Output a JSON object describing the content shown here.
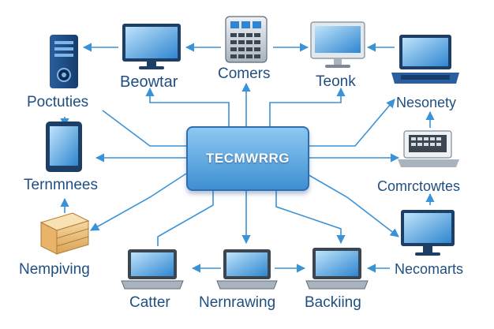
{
  "hub": {
    "label": "TECMWRRG"
  },
  "nodes": [
    {
      "id": "beowtar",
      "label": "Beowtar",
      "icon": "monitor-icon"
    },
    {
      "id": "comers",
      "label": "Comers",
      "icon": "keypad-device-icon"
    },
    {
      "id": "teonk",
      "label": "Teonk",
      "icon": "imac-monitor-icon"
    },
    {
      "id": "poctuties",
      "label": "Poctuties",
      "icon": "server-tower-icon"
    },
    {
      "id": "nesonety",
      "label": "Nesonety",
      "icon": "laptop-icon"
    },
    {
      "id": "ternmnees",
      "label": "Ternmnees",
      "icon": "tablet-icon"
    },
    {
      "id": "comrctowtes",
      "label": "Comrctowtes",
      "icon": "keyboard-laptop-icon"
    },
    {
      "id": "nempiving",
      "label": "Nempiving",
      "icon": "storage-box-icon"
    },
    {
      "id": "necomarts",
      "label": "Necomarts",
      "icon": "monitor-icon"
    },
    {
      "id": "catter",
      "label": "Catter",
      "icon": "laptop-icon"
    },
    {
      "id": "nernrawing",
      "label": "Nernrawing",
      "icon": "laptop-icon"
    },
    {
      "id": "backiing",
      "label": "Backiing",
      "icon": "laptop-icon"
    }
  ],
  "colors": {
    "line": "#3a93d6",
    "label": "#1f4f82",
    "hub_top": "#8cc8f2",
    "hub_bottom": "#3f8fd2"
  }
}
